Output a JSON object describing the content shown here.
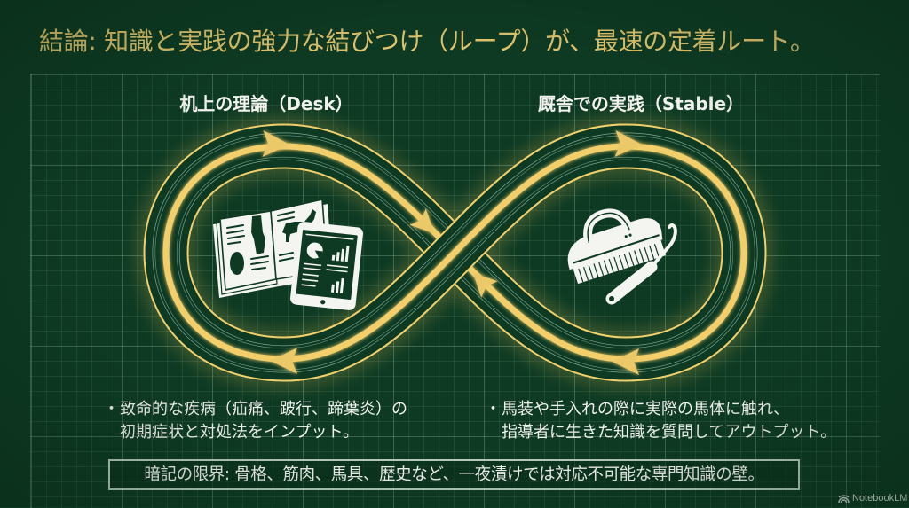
{
  "title": "結論: 知識と実践の強力な結びつけ（ループ）が、最速の定着ルート。",
  "left": {
    "heading": "机上の理論（Desk）",
    "icon": "book-and-tablet-icon",
    "bullet": {
      "marker": "・",
      "line1": "致命的な疾病（疝痛、跛行、蹄葉炎）の",
      "line2": "初期症状と対処法をインプット。"
    }
  },
  "right": {
    "heading": "厩舎での実践（Stable）",
    "icon": "grooming-brush-and-hoof-pick-icon",
    "bullet": {
      "marker": "・",
      "line1": "馬装や手入れの際に実際の馬体に触れ、",
      "line2": "指導者に生きた知識を質問してアウトプット。"
    }
  },
  "diagram": {
    "shape": "infinity-loop-icon",
    "arrows": [
      "arrow-right-icon",
      "arrow-down-right-icon",
      "arrow-up-left-icon",
      "arrow-right-icon",
      "arrow-left-icon",
      "arrow-left-icon"
    ]
  },
  "note_box": "暗記の限界: 骨格、筋肉、馬具、歴史など、一夜漬けでは対応不可能な専門知識の壁。",
  "branding": {
    "icon": "notebooklm-logo-icon",
    "label": "NotebookLM"
  },
  "colors": {
    "background": "#0e3a23",
    "title_gold": "#e4c66e",
    "loop_gold": "#f0cf6c",
    "grid_line": "#9cc2ad",
    "text": "#f2f2ee",
    "box_border": "#b8cdbf"
  }
}
